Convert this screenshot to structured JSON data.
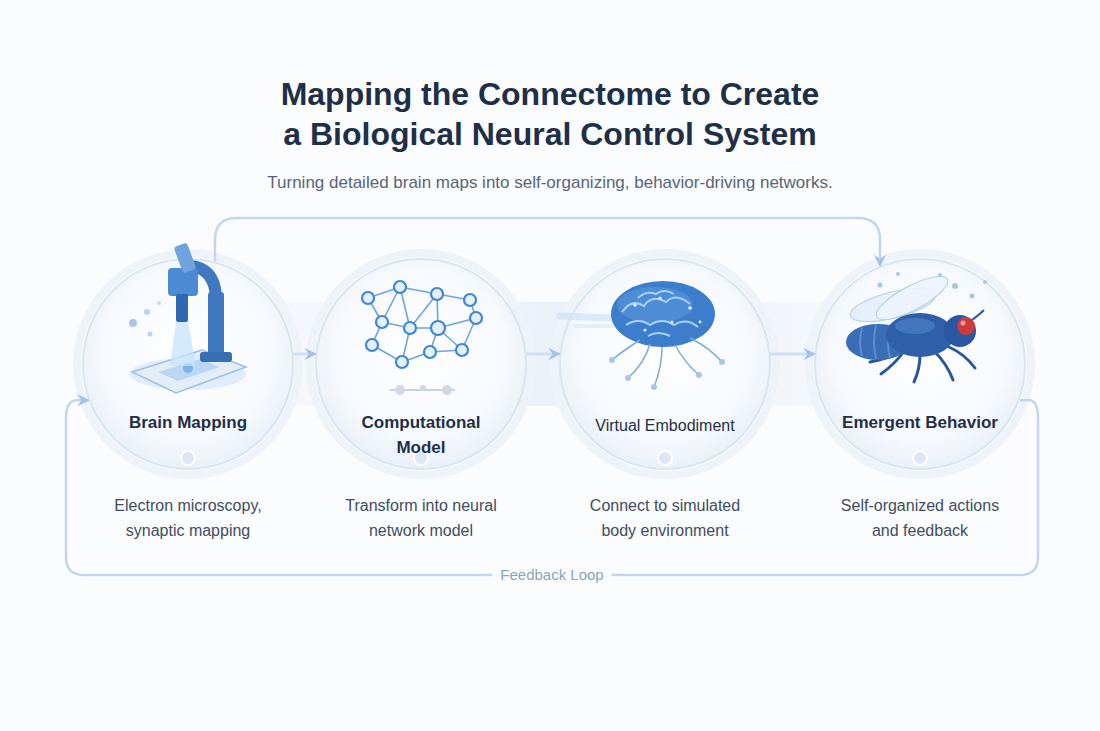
{
  "diagram": {
    "title": "Mapping the Connectome to Create a Biological Neural Control System",
    "caption": "Turning detailed brain maps into self-organizing, behavior-driving networks.",
    "nodes": [
      {
        "text": [
          "Brain Mapping",
          "Electron microscopy, synaptic mapping"
        ]
      },
      {
        "text": [
          "Computational Model",
          "Transform into neural network model"
        ]
      },
      {
        "text": [
          "Virtual Embodiment",
          "Connect to simulated body environment"
        ]
      },
      {
        "text": [
          "Emergent Behavior",
          "Self-organized actions and feedback"
        ]
      }
    ],
    "edges": [
      {
        "from": 0,
        "to": 1,
        "arrow": "to"
      },
      {
        "from": 1,
        "to": 2,
        "arrow": "to"
      },
      {
        "from": 2,
        "to": 3,
        "arrow": "to"
      },
      {
        "from": 0,
        "to": 3,
        "arrow": "to"
      },
      {
        "from": 3,
        "to": 0,
        "label": "Feedback Loop",
        "arrow": "to"
      }
    ]
  }
}
